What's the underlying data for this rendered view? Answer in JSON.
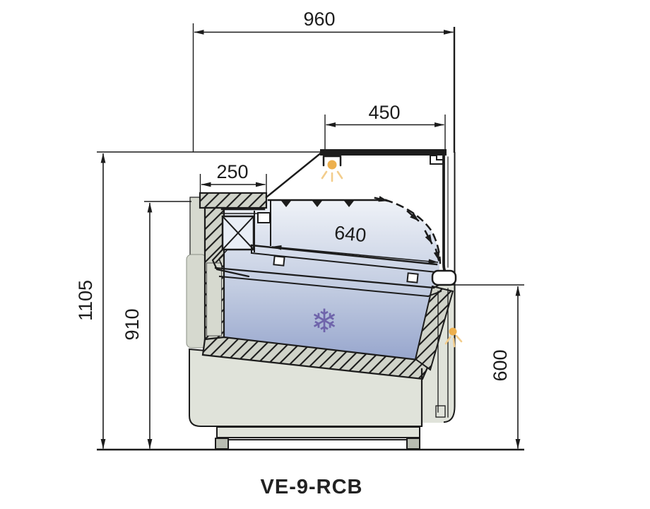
{
  "model_label": "VE-9-RCB",
  "dimensions_mm": {
    "overall_width": "960",
    "canopy_width": "450",
    "rear_top_depth": "250",
    "display_deck_length": "640",
    "overall_height": "1105",
    "rear_worktop_height": "910",
    "front_panel_height": "600"
  },
  "icons": {
    "snowflake": "❄"
  },
  "colors": {
    "line": "#1c1c1c",
    "cabinet-light": "#e0e3da",
    "cabinet-mid": "#d6d9cf",
    "hatch-bg": "#d0d3c9",
    "chill-top": "#f0f3f8",
    "chill-mid": "#c2cce1",
    "chill-bottom": "#8c9cc8",
    "box-fill": "#e9eef6",
    "snowflake": "#6f64ab",
    "lamp": "#edb04e",
    "lamp-ray": "#f3cd8c"
  }
}
